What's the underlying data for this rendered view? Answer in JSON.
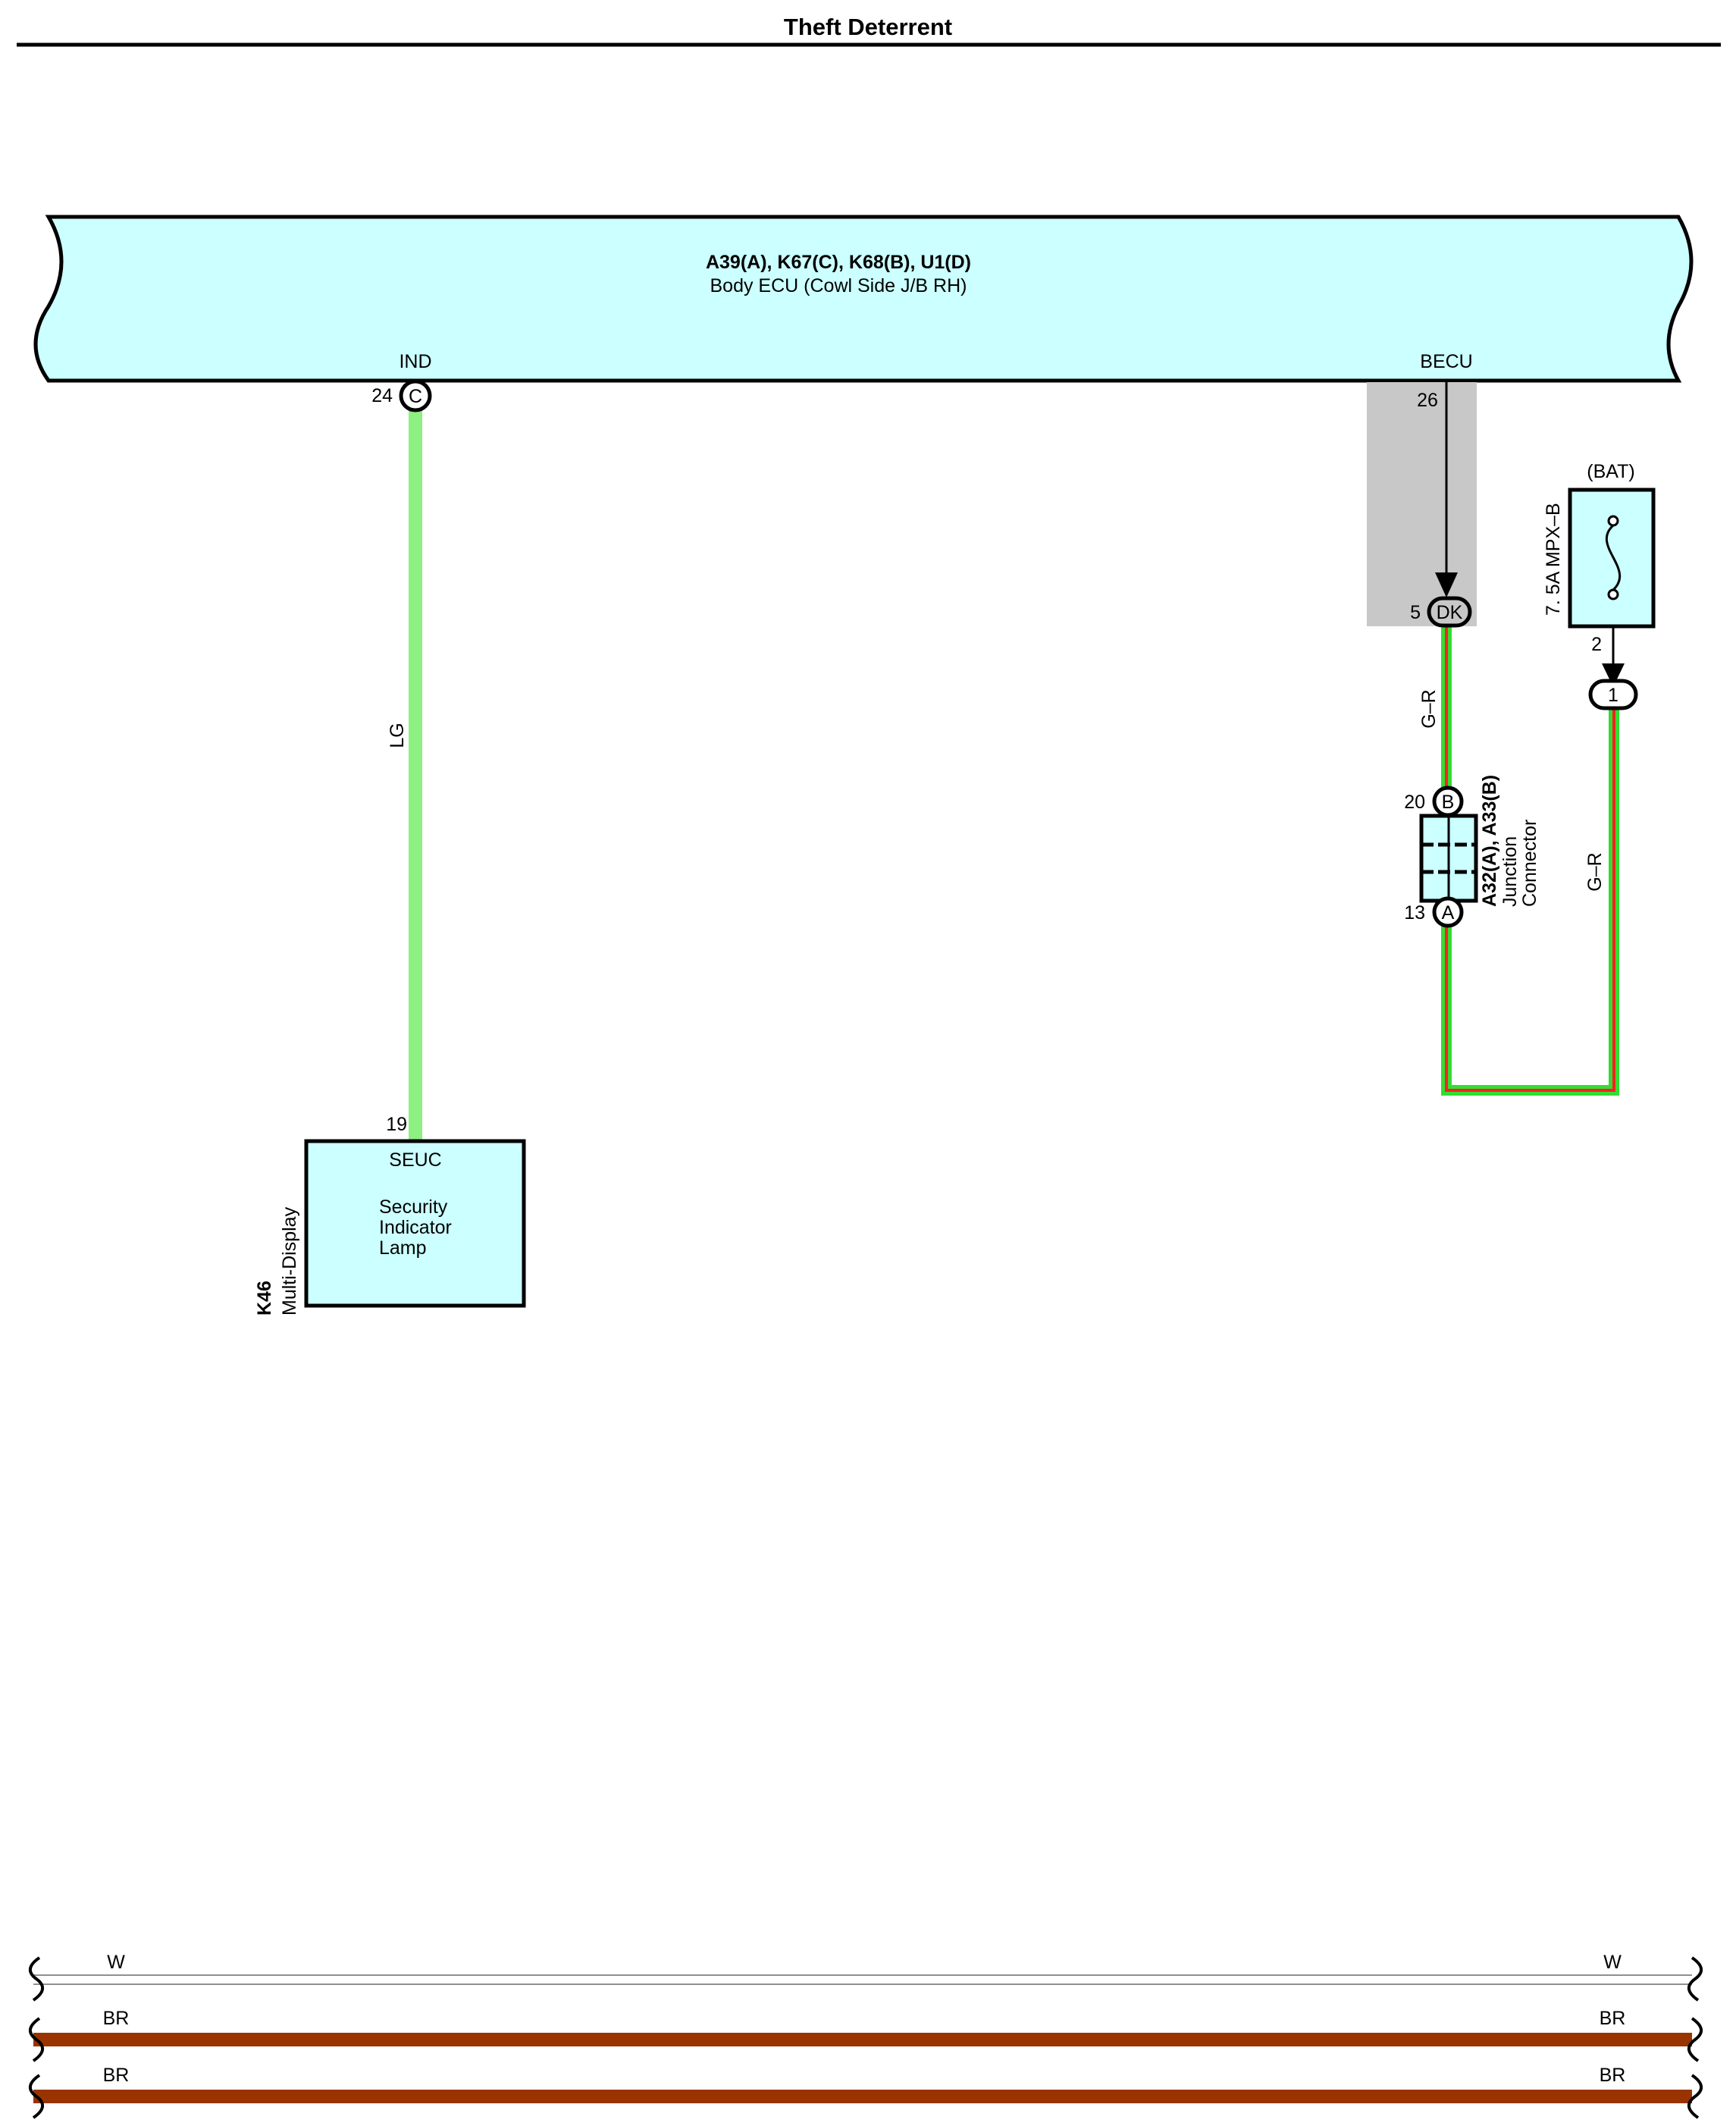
{
  "title": "Theft Deterrent",
  "colors": {
    "component_fill": "#ccffff",
    "wire_LG": "#8ef080",
    "wire_G_green": "#33dd33",
    "wire_R_stripe": "#ff2020",
    "wire_BR": "#993300",
    "shield": "#c8c8c8"
  },
  "body_ecu": {
    "codes": "A39(A), K67(C), K68(B), U1(D)",
    "name": "Body ECU (Cowl Side J/B RH)",
    "pin_ind": {
      "label": "IND",
      "num": "24",
      "connector": "C"
    },
    "pin_becu": {
      "label": "BECU",
      "num": "26"
    }
  },
  "wire_lg": {
    "color_code": "LG"
  },
  "multi_display": {
    "code": "K46",
    "name": "Multi-Display",
    "pin_num": "19",
    "terminal": "SEUC",
    "lamp_line1": "Security",
    "lamp_line2": "Indicator",
    "lamp_line3": "Lamp"
  },
  "dk_connector": {
    "num": "5",
    "label": "DK"
  },
  "wire_gr_left": {
    "color_code": "G–R"
  },
  "junction": {
    "code": "A32(A), A33(B)",
    "line1": "Junction",
    "line2": "Connector",
    "top_num": "20",
    "top_conn": "B",
    "bottom_num": "13",
    "bottom_conn": "A"
  },
  "fuse": {
    "source": "(BAT)",
    "rating": "7. 5A MPX–B",
    "out_num": "2",
    "conn_num": "1"
  },
  "wire_gr_right": {
    "color_code": "G–R"
  },
  "bottom_wires": [
    {
      "left": "W",
      "right": "W"
    },
    {
      "left": "BR",
      "right": "BR"
    },
    {
      "left": "BR",
      "right": "BR"
    }
  ]
}
